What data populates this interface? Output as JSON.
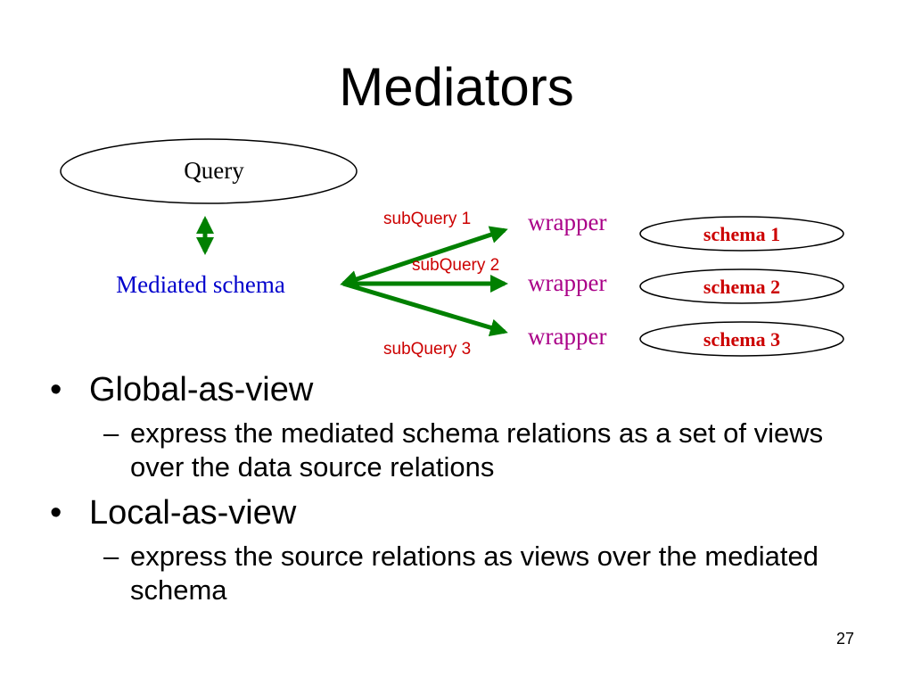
{
  "slide": {
    "title": "Mediators",
    "page_number": "27"
  },
  "diagram": {
    "query_label": "Query",
    "mediated_label": "Mediated schema",
    "subqueries": [
      "subQuery 1",
      "subQuery 2",
      "subQuery 3"
    ],
    "wrapper_label": "wrapper",
    "schemas": [
      "schema 1",
      "schema 2",
      "schema 3"
    ],
    "colors": {
      "arrow": "#008000",
      "mediated": "#0000cc",
      "subquery": "#cc0000",
      "wrapper": "#aa0088",
      "schema": "#cc0000"
    }
  },
  "bullets": [
    {
      "text": "Global-as-view",
      "sub": "express the mediated schema relations as a set of views over the data source relations"
    },
    {
      "text": "Local-as-view",
      "sub": "express the source relations as views over the mediated schema"
    }
  ],
  "symbols": {
    "bullet": "•",
    "dash": "–"
  }
}
